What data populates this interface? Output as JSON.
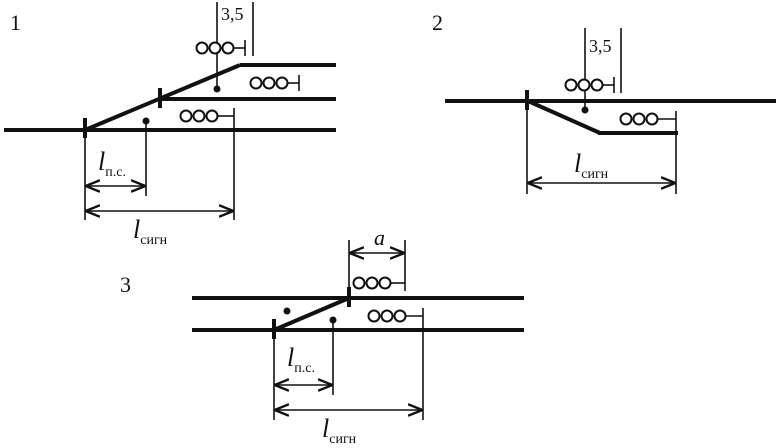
{
  "panels": [
    {
      "id": "1",
      "number": "1",
      "offset_label": "3,5",
      "distance_label_main": "l",
      "distance_label_sub_signal": "сигн",
      "distance_label_sub_ps": "п.с."
    },
    {
      "id": "2",
      "number": "2",
      "offset_label": "3,5",
      "distance_label_main": "l",
      "distance_label_sub_signal": "сигн"
    },
    {
      "id": "3",
      "number": "3",
      "offset_label": "a",
      "distance_label_main": "l",
      "distance_label_sub_signal": "сигн",
      "distance_label_sub_ps": "п.с."
    }
  ]
}
